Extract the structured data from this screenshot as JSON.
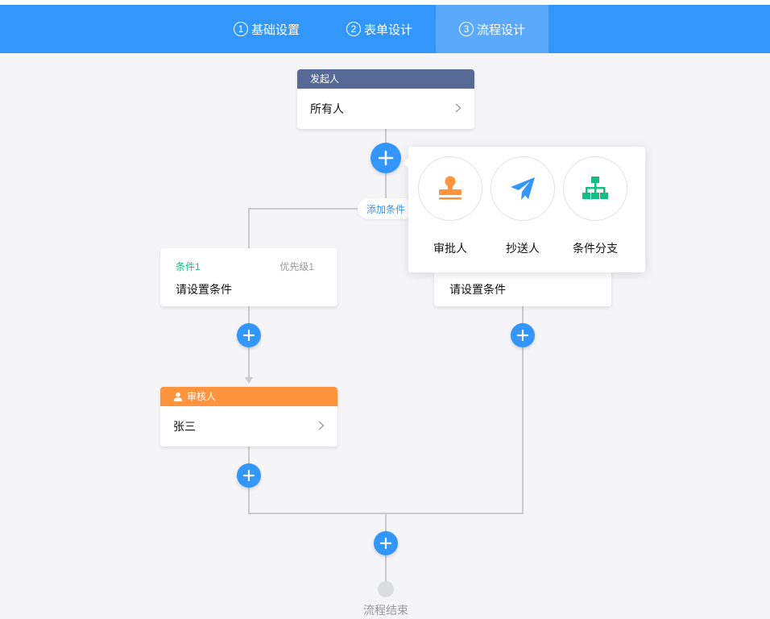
{
  "tabs": [
    {
      "num": "1",
      "label": "基础设置",
      "active": false
    },
    {
      "num": "2",
      "label": "表单设计",
      "active": false
    },
    {
      "num": "3",
      "label": "流程设计",
      "active": true
    }
  ],
  "starter": {
    "title": "发起人",
    "value": "所有人"
  },
  "add_condition_label": "添加条件",
  "popover": {
    "items": [
      {
        "label": "审批人",
        "icon": "stamp-icon",
        "color": "#ff943e"
      },
      {
        "label": "抄送人",
        "icon": "paper-plane-icon",
        "color": "#3296fa"
      },
      {
        "label": "条件分支",
        "icon": "branch-tree-icon",
        "color": "#15bc83"
      }
    ]
  },
  "conditions": [
    {
      "title": "条件1",
      "priority": "优先级1",
      "text": "请设置条件"
    },
    {
      "text": "请设置条件"
    }
  ],
  "approver": {
    "title": "审核人",
    "value": "张三"
  },
  "end_label": "流程结束",
  "colors": {
    "primary": "#3296fa",
    "starter_header": "#576a95",
    "approver_header": "#ff943e",
    "condition_title": "#15bc83"
  }
}
